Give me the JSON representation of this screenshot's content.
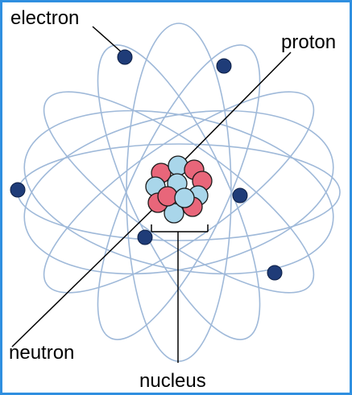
{
  "labels": {
    "electron": "electron",
    "proton": "proton",
    "neutron": "neutron",
    "nucleus": "nucleus"
  },
  "colors": {
    "border": "#2f8fe0",
    "orbit": "#9fb9d9",
    "electron": "#1f3c78",
    "proton": "#e8667a",
    "neutron": "#a9d6ea",
    "outline": "#1a1a1a"
  }
}
